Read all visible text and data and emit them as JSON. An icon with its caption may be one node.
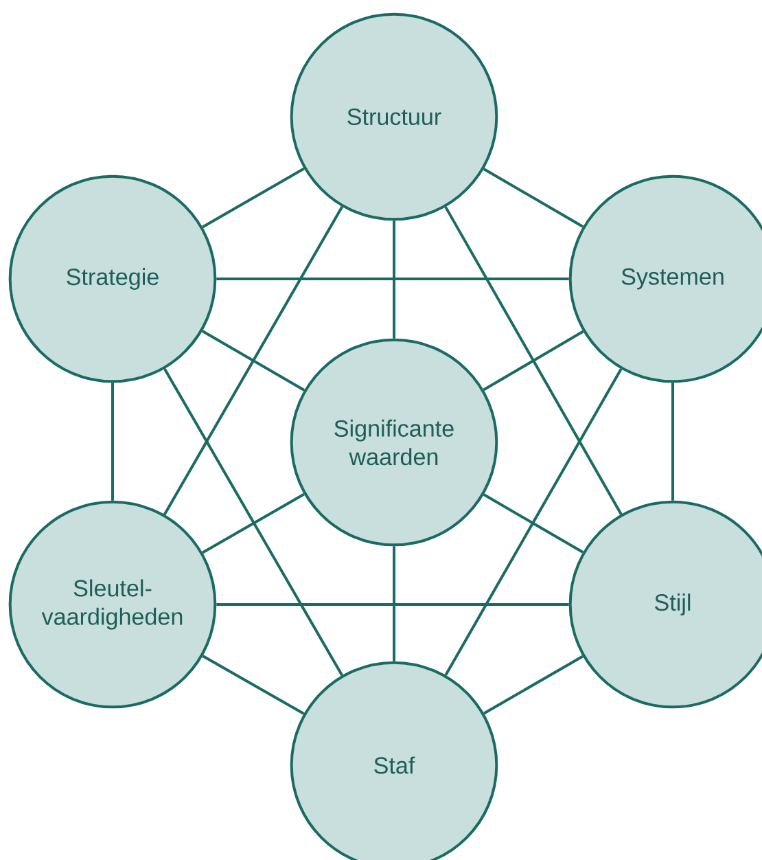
{
  "diagram": {
    "nodes": [
      {
        "text": [
          "Structuur"
        ]
      },
      {
        "text": [
          "Strategie"
        ]
      },
      {
        "text": [
          "Systemen"
        ]
      },
      {
        "text": [
          "Significante waarden"
        ]
      },
      {
        "text": [
          "Sleutel-vaardigheden"
        ]
      },
      {
        "text": [
          "Stijl"
        ]
      },
      {
        "text": [
          "Staf"
        ]
      }
    ],
    "edges": [
      {
        "from": 0,
        "to": 1,
        "arrow": "none"
      },
      {
        "from": 0,
        "to": 2,
        "arrow": "none"
      },
      {
        "from": 0,
        "to": 3,
        "arrow": "none"
      },
      {
        "from": 0,
        "to": 4,
        "arrow": "none"
      },
      {
        "from": 0,
        "to": 5,
        "arrow": "none"
      },
      {
        "from": 1,
        "to": 2,
        "arrow": "none"
      },
      {
        "from": 1,
        "to": 3,
        "arrow": "none"
      },
      {
        "from": 1,
        "to": 4,
        "arrow": "none"
      },
      {
        "from": 1,
        "to": 6,
        "arrow": "none"
      },
      {
        "from": 2,
        "to": 3,
        "arrow": "none"
      },
      {
        "from": 2,
        "to": 5,
        "arrow": "none"
      },
      {
        "from": 2,
        "to": 6,
        "arrow": "none"
      },
      {
        "from": 3,
        "to": 4,
        "arrow": "none"
      },
      {
        "from": 3,
        "to": 5,
        "arrow": "none"
      },
      {
        "from": 3,
        "to": 6,
        "arrow": "none"
      },
      {
        "from": 4,
        "to": 5,
        "arrow": "none"
      },
      {
        "from": 4,
        "to": 6,
        "arrow": "none"
      },
      {
        "from": 5,
        "to": 6,
        "arrow": "none"
      }
    ]
  }
}
